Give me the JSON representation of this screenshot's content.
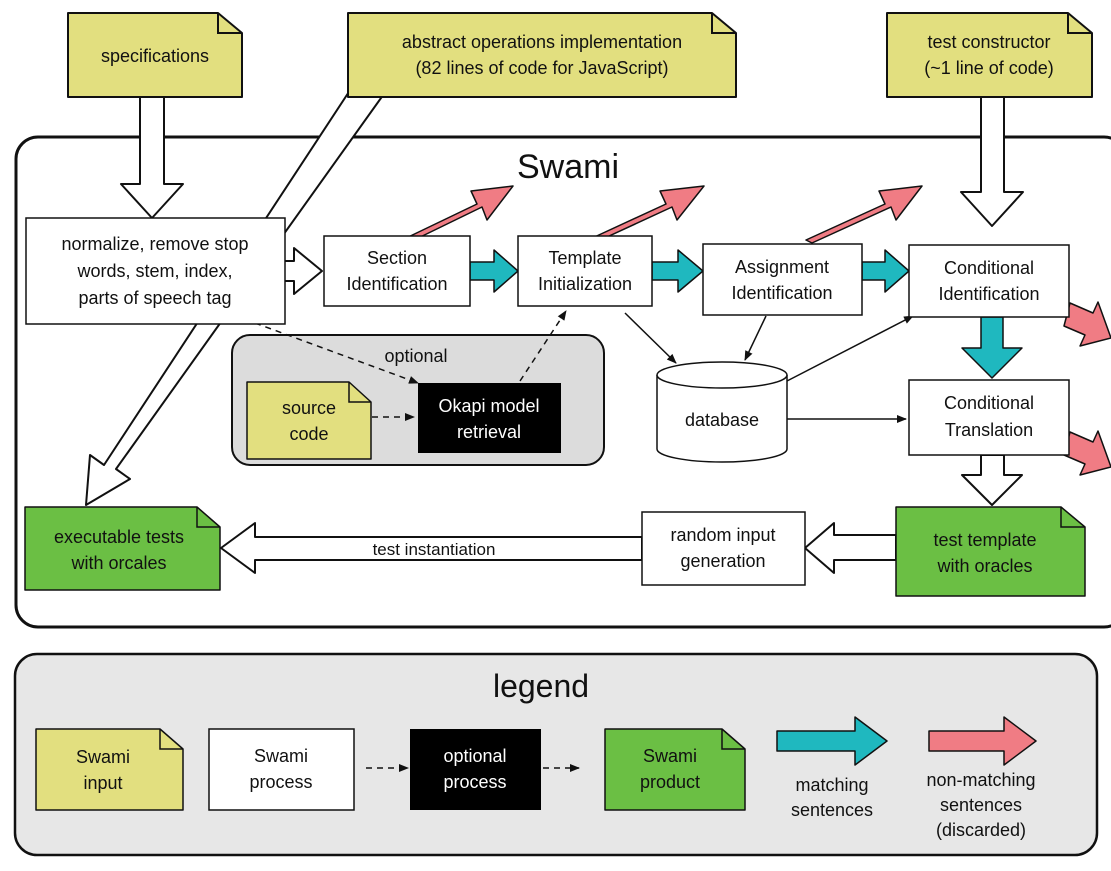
{
  "colors": {
    "input_yellow": "#e2df7f",
    "product_green": "#6bbf44",
    "process_white": "#ffffff",
    "optional_black": "#000000",
    "matching_teal": "#1fb8bf",
    "nonmatching_pink": "#f07c84",
    "panel_gray": "#e7e7e7",
    "optional_region_gray": "#dcdcdc"
  },
  "inputs": {
    "specifications": "specifications",
    "abstract_ops": [
      "abstract operations implementation",
      "(82 lines of code for JavaScript)"
    ],
    "test_constructor": [
      "test constructor",
      "(~1 line of code)"
    ]
  },
  "main": {
    "title": "Swami",
    "normalize": [
      "normalize, remove stop",
      "words, stem, index,",
      "parts of speech tag"
    ],
    "section_identification": [
      "Section",
      "Identification"
    ],
    "template_initialization": [
      "Template",
      "Initialization"
    ],
    "assignment_identification": [
      "Assignment",
      "Identification"
    ],
    "conditional_identification": [
      "Conditional",
      "Identification"
    ],
    "conditional_translation": [
      "Conditional",
      "Translation"
    ],
    "database": "database",
    "optional_label": "optional",
    "source_code": [
      "source",
      "code"
    ],
    "okapi": [
      "Okapi model",
      "retrieval"
    ],
    "executable_tests": [
      "executable tests",
      "with orcales"
    ],
    "test_instantiation": "test instantiation",
    "random_input": [
      "random input",
      "generation"
    ],
    "test_template": [
      "test template",
      "with oracles"
    ]
  },
  "legend": {
    "title": "legend",
    "swami_input": [
      "Swami",
      "input"
    ],
    "swami_process": [
      "Swami",
      "process"
    ],
    "optional_process": [
      "optional",
      "process"
    ],
    "swami_product": [
      "Swami",
      "product"
    ],
    "matching": [
      "matching",
      "sentences"
    ],
    "nonmatching": [
      "non-matching",
      "sentences",
      "(discarded)"
    ]
  }
}
